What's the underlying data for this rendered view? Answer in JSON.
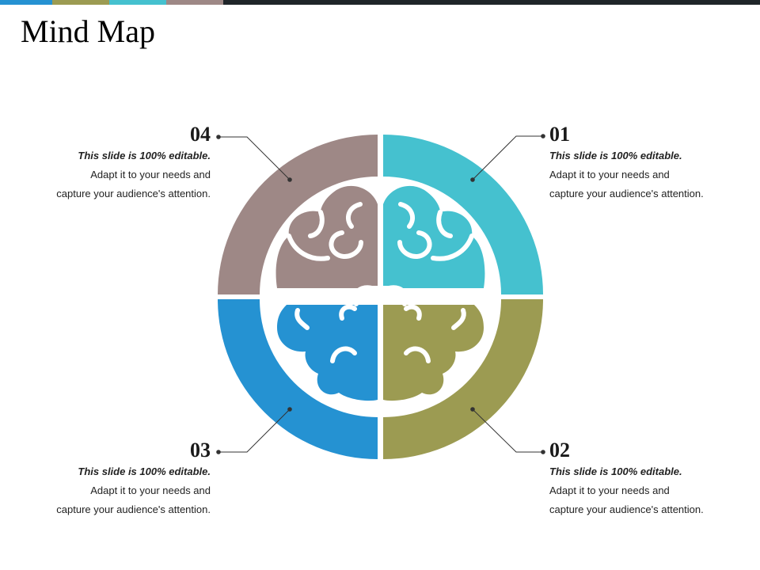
{
  "title": "Mind Map",
  "colors": {
    "teal": "#45c1cf",
    "olive": "#9c9b52",
    "blue": "#2592d2",
    "mauve": "#9e8886",
    "dark": "#1f2529",
    "connector": "#333333"
  },
  "top_bar": [
    "#2592d2",
    "#9c9b52",
    "#45c1cf",
    "#9e8886",
    "#1f2529"
  ],
  "items": [
    {
      "number": "01",
      "heading": "This slide is 100% editable.",
      "line1": "Adapt it to your needs and",
      "line2": "capture your audience's attention."
    },
    {
      "number": "02",
      "heading": "This slide is 100% editable.",
      "line1": "Adapt it to your needs and",
      "line2": "capture your audience's attention."
    },
    {
      "number": "03",
      "heading": "This slide is 100% editable.",
      "line1": "Adapt it to your needs and",
      "line2": "capture your audience's attention."
    },
    {
      "number": "04",
      "heading": "This slide is 100% editable.",
      "line1": "Adapt it to your needs and",
      "line2": "capture your audience's attention."
    }
  ]
}
